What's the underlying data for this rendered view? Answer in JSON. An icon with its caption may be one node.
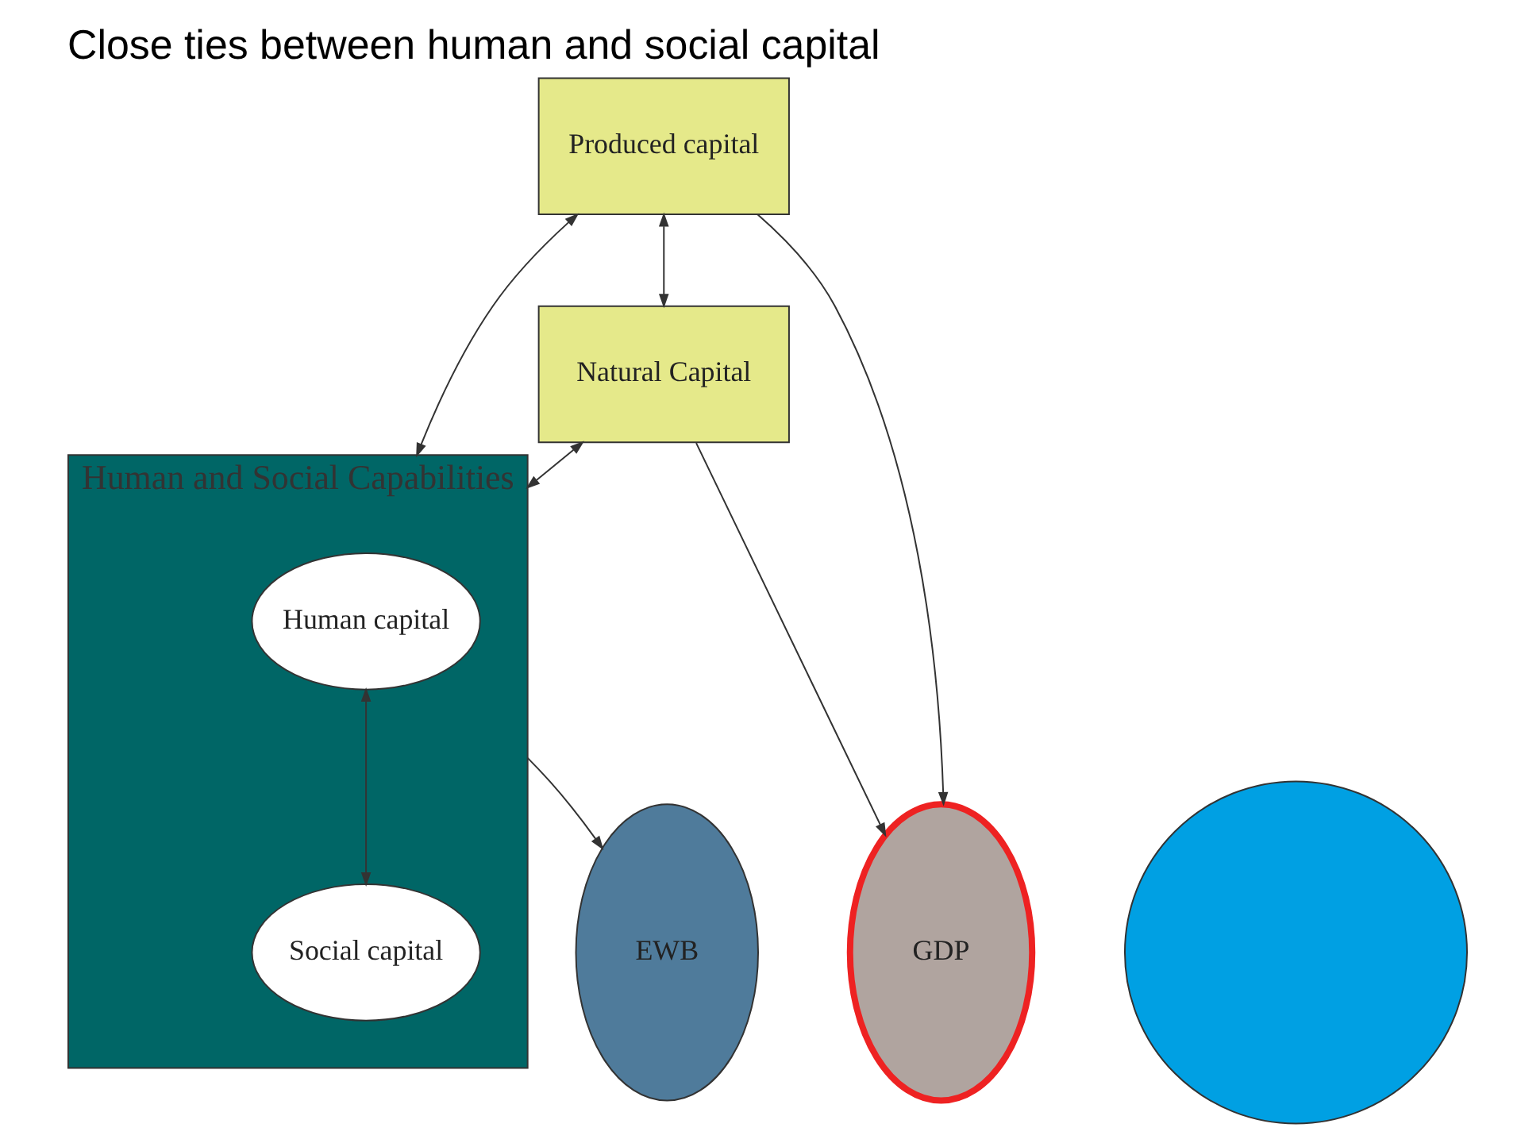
{
  "diagram": {
    "title": "Close ties between human and social capital",
    "nodes": [
      {
        "text": [
          "Produced capital"
        ]
      },
      {
        "text": [
          "Natural Capital"
        ]
      },
      {
        "text": [
          "Human and Social Capabilities"
        ]
      },
      {
        "text": [
          "Human capital"
        ],
        "in": 2
      },
      {
        "text": [
          "Social capital"
        ],
        "in": 2
      },
      {
        "text": [],
        "shape": "circle"
      },
      {
        "text": [
          "EWB"
        ]
      },
      {
        "text": [
          "GDP"
        ]
      }
    ],
    "edges": [
      {
        "from": 0,
        "to": 1,
        "arrow": "both"
      },
      {
        "from": 0,
        "to": 2,
        "arrow": "both"
      },
      {
        "from": 1,
        "to": 2,
        "arrow": "both"
      },
      {
        "from": 3,
        "to": 4,
        "arrow": "both"
      },
      {
        "from": 1,
        "to": 7,
        "arrow": "to"
      },
      {
        "from": 0,
        "to": 7,
        "arrow": "to"
      },
      {
        "from": 2,
        "to": 6,
        "arrow": "to"
      }
    ]
  }
}
